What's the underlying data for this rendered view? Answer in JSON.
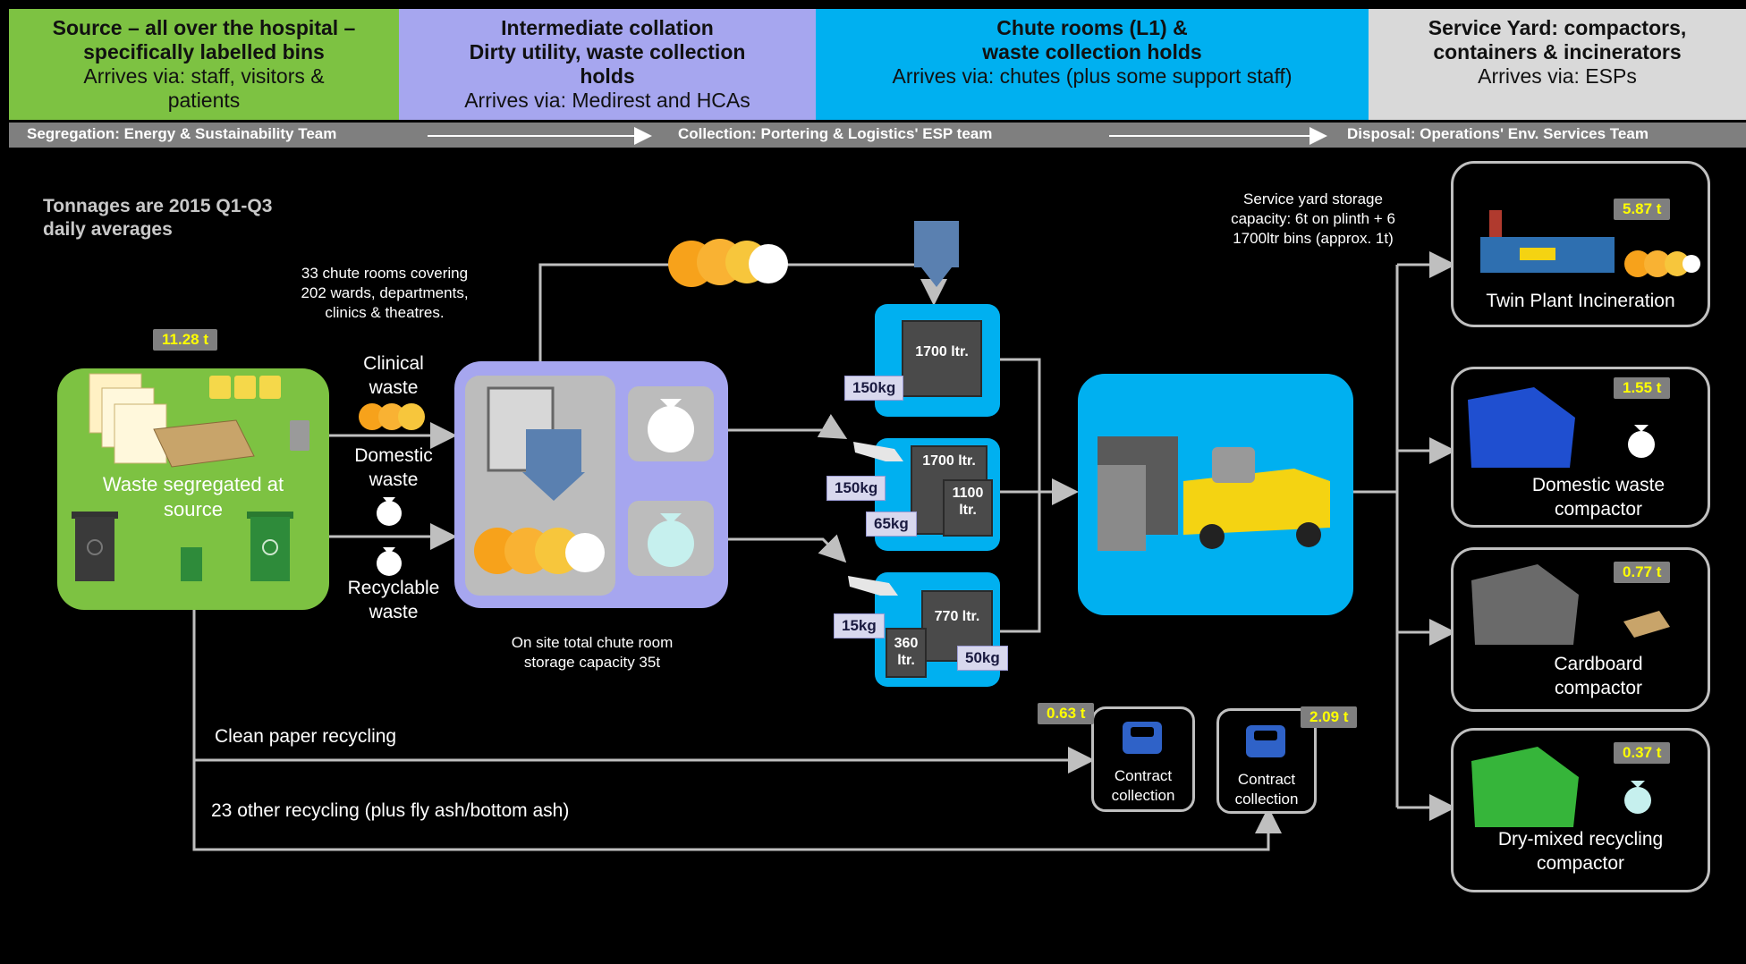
{
  "header": {
    "source": {
      "title1": "Source – all over the hospital –",
      "title2": "specifically labelled bins",
      "sub1": "Arrives via: staff, visitors &",
      "sub2": "patients",
      "color": "#7dc242"
    },
    "collation": {
      "title1": "Intermediate collation",
      "title2": "Dirty utility, waste collection",
      "title3": "holds",
      "sub": "Arrives via: Medirest and HCAs",
      "color": "#a6a6ef"
    },
    "chute": {
      "title1": "Chute rooms (L1) &",
      "title2": "waste collection holds",
      "sub": "Arrives via: chutes (plus some support staff)",
      "color": "#00b0f0"
    },
    "yard": {
      "title1": "Service Yard: compactors,",
      "title2": "containers & incinerators",
      "sub": "Arrives via: ESPs",
      "color": "#d9d9d9"
    }
  },
  "band": {
    "segregation": "Segregation: Energy & Sustainability Team",
    "collection": "Collection: Portering & Logistics' ESP team",
    "disposal": "Disposal: Operations' Env. Services Team"
  },
  "notes": {
    "tonnages1": "Tonnages are 2015 Q1-Q3",
    "tonnages2": "daily averages",
    "chute_rooms1": "33 chute rooms covering",
    "chute_rooms2": "202 wards, departments,",
    "chute_rooms3": "clinics & theatres.",
    "yard_storage1": "Service yard storage",
    "yard_storage2": "capacity: 6t on plinth + 6",
    "yard_storage3": "1700ltr bins  (approx. 1t)",
    "onsite1": "On site total chute room",
    "onsite2": "storage capacity 35t"
  },
  "source_box": {
    "badge": "11.28 t",
    "label1": "Waste segregated at",
    "label2": "source"
  },
  "streams": {
    "clinical1": "Clinical",
    "clinical2": "waste",
    "domestic1": "Domestic",
    "domestic2": "waste",
    "recyclable1": "Recyclable",
    "recyclable2": "waste"
  },
  "bins": {
    "top": {
      "size": "1700 ltr.",
      "weight": "150kg"
    },
    "mid": {
      "size1": "1700 ltr.",
      "size2": "1100 ltr.",
      "weight1": "150kg",
      "weight2": "65kg"
    },
    "bottom": {
      "size1": "770 ltr.",
      "size2": "360 ltr.",
      "weight1": "15kg",
      "weight2": "50kg"
    }
  },
  "recycling": {
    "paper": "Clean paper recycling",
    "other": "23 other recycling (plus fly ash/bottom ash)",
    "contract1": {
      "badge": "0.63 t",
      "label1": "Contract",
      "label2": "collection"
    },
    "contract2": {
      "badge": "2.09 t",
      "label1": "Contract",
      "label2": "collection"
    }
  },
  "destinations": [
    {
      "badge": "5.87 t",
      "label1": "Twin Plant Incineration",
      "label2": ""
    },
    {
      "badge": "1.55 t",
      "label1": "Domestic waste",
      "label2": "compactor"
    },
    {
      "badge": "0.77 t",
      "label1": "Cardboard",
      "label2": "compactor"
    },
    {
      "badge": "0.37 t",
      "label1": "Dry-mixed recycling",
      "label2": "compactor"
    }
  ],
  "colors": {
    "clinical_bag": "#f7a21b",
    "domestic_bag": "#ffffff",
    "recycling_bag": "#c6f0ee",
    "accent_blue": "#00b0f0",
    "bin_box": "#a6a6ef",
    "source_green": "#7dc242"
  }
}
